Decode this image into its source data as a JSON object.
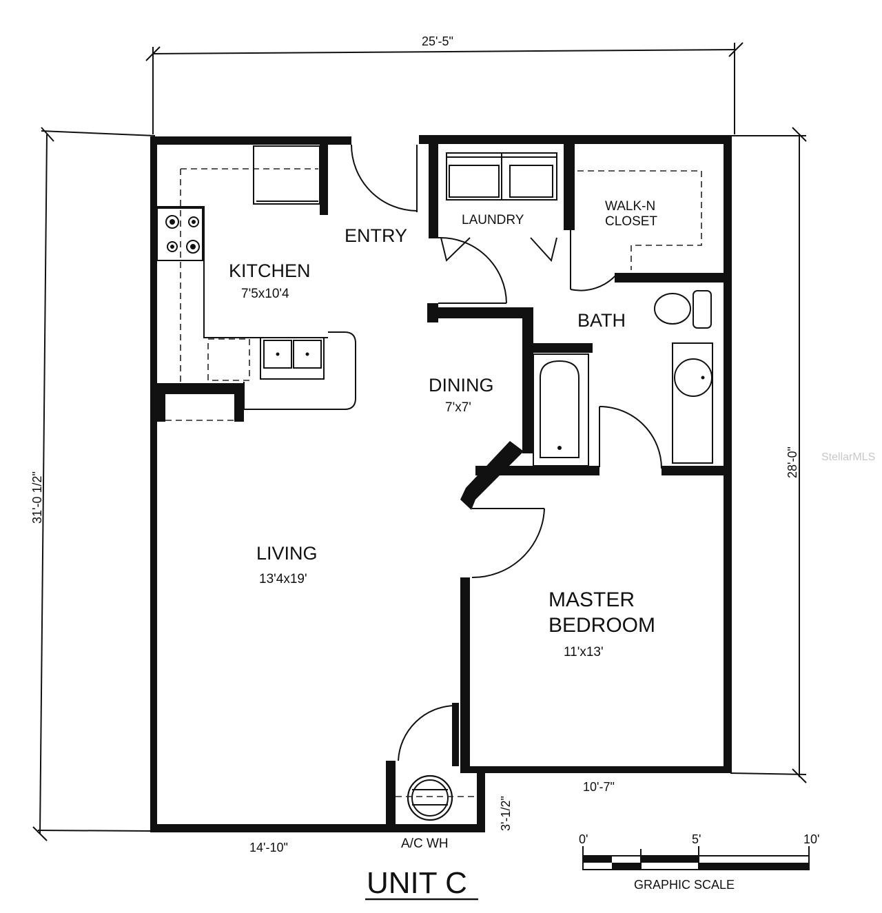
{
  "plan": {
    "title": "UNIT C",
    "watermark": "StellarMLS",
    "rooms": {
      "entry": "ENTRY",
      "laundry": "LAUNDRY",
      "closet_line1": "WALK-N",
      "closet_line2": "CLOSET",
      "kitchen": "KITCHEN",
      "kitchen_size": "7'5x10'4",
      "bath": "BATH",
      "dining": "DINING",
      "dining_size": "7'x7'",
      "living": "LIVING",
      "living_size": "13'4x19'",
      "master_line1": "MASTER",
      "master_line2": "BEDROOM",
      "master_size": "11'x13'",
      "ac_wh": "A/C WH"
    },
    "dimensions": {
      "top": "25'-5\"",
      "left": "31'-0 1/2\"",
      "right": "28'-0\"",
      "bottom_left": "14'-10\"",
      "bottom_right": "10'-7\"",
      "ac_depth": "3'-1/2\""
    },
    "scale": {
      "label": "GRAPHIC SCALE",
      "ticks": [
        "0'",
        "5'",
        "10'"
      ]
    }
  }
}
